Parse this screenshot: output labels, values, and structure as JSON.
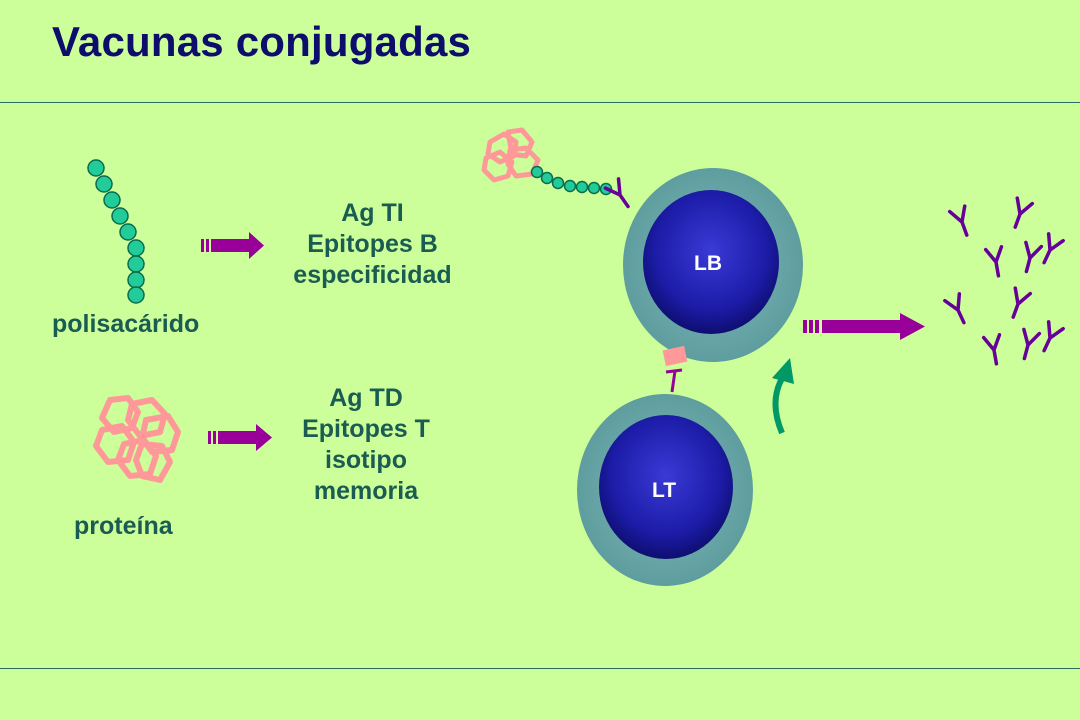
{
  "title": "Vacunas conjugadas",
  "left": {
    "polysaccharide_label": "polisacárido",
    "protein_label": "proteína"
  },
  "middle": {
    "ti_lines": [
      "Ag TI",
      "Epitopes B",
      "especificidad"
    ],
    "td_lines": [
      "Ag TD",
      "Epitopes T",
      "isotipo",
      "memoria"
    ]
  },
  "cells": {
    "b_cell": "LB",
    "t_cell": "LT"
  },
  "colors": {
    "background": "#ccff99",
    "title": "#0d0d6b",
    "label_text": "#1a5c52",
    "arrow": "#990099",
    "bead": "#22cc99",
    "protein": "#ff9999",
    "cell_outer": "#66a8a8",
    "cell_nucleus": "#1a1a99",
    "antibody": "#660099"
  }
}
